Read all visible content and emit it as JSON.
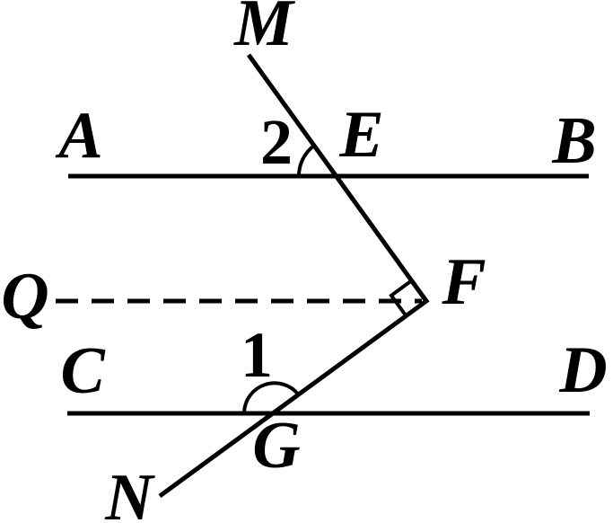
{
  "figure": {
    "background": "#ffffff",
    "ink": "#000000",
    "labels": {
      "M": "M",
      "A": "A",
      "B": "B",
      "E": "E",
      "Q": "Q",
      "F": "F",
      "C": "C",
      "D": "D",
      "G": "G",
      "N": "N",
      "angle_1": "1",
      "angle_2": "2"
    }
  }
}
